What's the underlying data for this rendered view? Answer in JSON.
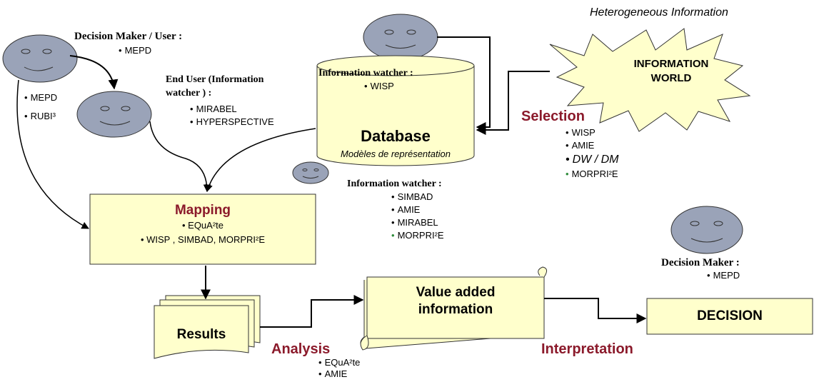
{
  "heterogeneous_title": "Heterogeneous Information",
  "information_world": {
    "line1": "INFORMATION",
    "line2": "WORLD"
  },
  "decision_maker_user": {
    "title": "Decision Maker / User :",
    "items": [
      "MEPD"
    ]
  },
  "left_list": [
    "MEPD",
    "RUBI³"
  ],
  "end_user": {
    "title_line1": "End User (Information",
    "title_line2": "watcher ) :",
    "items": [
      "MIRABEL",
      "HYPERSPECTIVE"
    ]
  },
  "database": {
    "title": "Database",
    "subtitle": "Modèles de représentation"
  },
  "info_watcher_top": {
    "title": "Information watcher :",
    "items": [
      "WISP"
    ]
  },
  "selection": {
    "title": "Selection",
    "items": [
      "WISP",
      "AMIE",
      "DW / DM",
      "MORPRI²E"
    ]
  },
  "info_watcher_mid": {
    "title": "Information watcher :",
    "items": [
      "SIMBAD",
      "AMIE",
      "MIRABEL",
      "MORPRI²E"
    ]
  },
  "mapping": {
    "title": "Mapping",
    "line1": "• EQuA²te",
    "line2": "• WISP ,  SIMBAD,   MORPRI²E"
  },
  "decision_maker": {
    "title": "Decision Maker :",
    "items": [
      "MEPD"
    ]
  },
  "value_added": {
    "line1": "Value added",
    "line2": "information"
  },
  "decision": "DECISION",
  "results": "Results",
  "analysis": {
    "title": "Analysis",
    "items": [
      "EQuA²te",
      "AMIE"
    ]
  },
  "interpretation": "Interpretation",
  "colors": {
    "box_fill": "#ffffcc",
    "face_fill": "#9aa3b8",
    "accent_red": "#8b1a2b",
    "bullet_green": "#2e8b3a"
  }
}
